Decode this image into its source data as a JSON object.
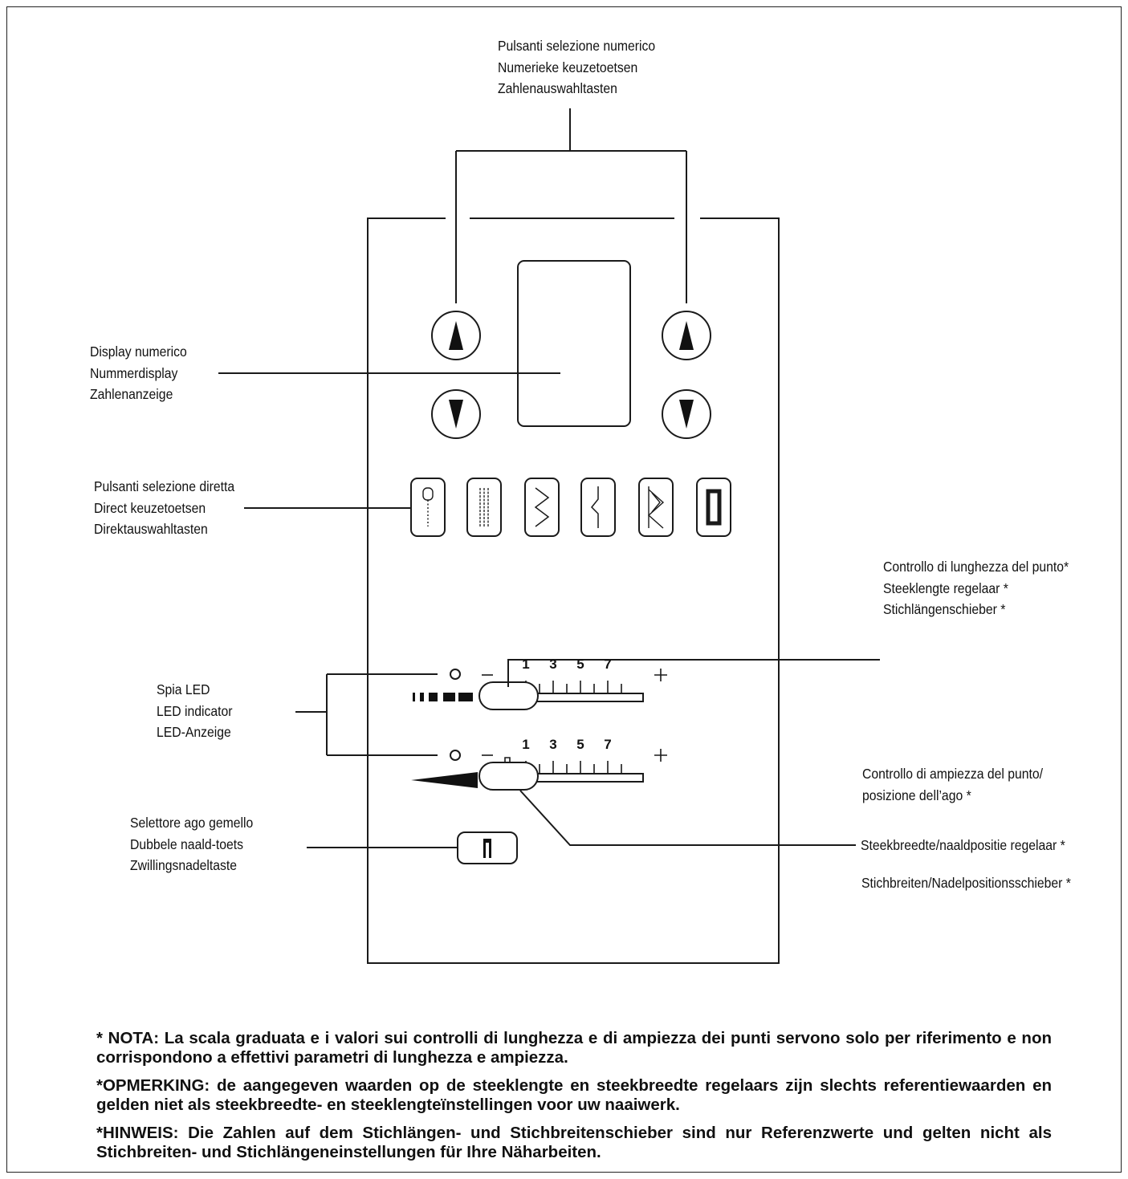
{
  "labels": {
    "numeric_buttons": [
      "Pulsanti selezione numerico",
      "Numerieke keuzetoetsen",
      "Zahlenauswahltasten"
    ],
    "display": [
      "Display numerico",
      "Nummerdisplay",
      "Zahlenanzeige"
    ],
    "direct_buttons": [
      "Pulsanti selezione diretta",
      "Direct keuzetoetsen",
      "Direktauswahltasten"
    ],
    "stitch_length": [
      "Controllo di lunghezza del punto*",
      "Steeklengte regelaar *",
      "Stichlängenschieber *"
    ],
    "led": [
      "Spia LED",
      "LED indicator",
      "LED-Anzeige"
    ],
    "stitch_width_it": [
      "Controllo di ampiezza del punto/",
      "posizione dell’ago *"
    ],
    "stitch_width_nl": "Steekbreedte/naaldpositie regelaar *",
    "stitch_width_de": "Stichbreiten/Nadelpositionsschieber *",
    "twin_needle": [
      "Selettore ago gemello",
      "Dubbele naald-toets",
      "Zwillingsnadeltaste"
    ]
  },
  "scale": {
    "minus": "–",
    "plus": "+",
    "ticks": [
      "1",
      "3",
      "5",
      "7"
    ]
  },
  "icons": {
    "arrow_up": "arrow-up-icon",
    "arrow_down": "arrow-down-icon",
    "stitch_buttons": [
      "buttonhole-stitch-icon",
      "triple-straight-stitch-icon",
      "zigzag-stitch-icon",
      "blind-hem-stitch-icon",
      "triple-zigzag-stitch-icon",
      "satin-block-stitch-icon"
    ],
    "twin_needle": "twin-needle-icon",
    "stitch_length_symbol": "dashed-line-icon",
    "stitch_width_symbol": "wedge-icon"
  },
  "notes": [
    "* NOTA: La scala graduata e i valori sui controlli di lunghezza e di ampiezza dei punti servono solo per riferimento e non corrispondono a effettivi parametri di lunghezza e ampiezza.",
    "*OPMERKING: de aangegeven waarden op de steeklengte en steekbreedte regelaars zijn slechts referentiewaarden en gelden niet als steekbreedte- en steeklengteïnstellingen voor uw naaiwerk.",
    "*HINWEIS: Die Zahlen auf dem Stichlängen- und Stichbreitenschieber sind nur Referenzwerte und gelten nicht als Stichbreiten- und Stichlängeneinstellungen für Ihre Näharbeiten."
  ]
}
